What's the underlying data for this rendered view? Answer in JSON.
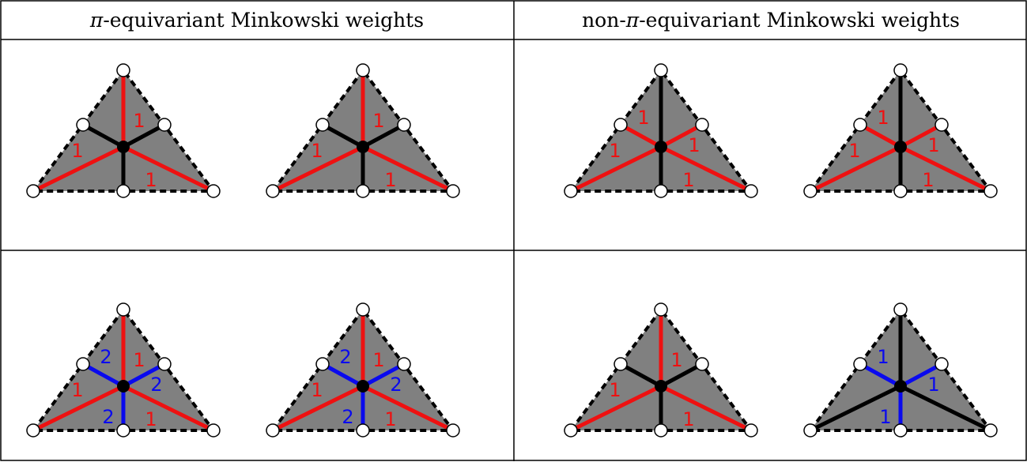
{
  "headers": [
    {
      "before": "",
      "symbol": "π",
      "after": "-equivariant Minkowski weights"
    },
    {
      "before": "non-",
      "symbol": "π",
      "after": "-equivariant Minkowski weights"
    }
  ],
  "colors": {
    "red": "#ee1111",
    "blue": "#0a0aee",
    "black": "#000000",
    "fill": "#808080"
  },
  "diagrams": [
    {
      "id": "r1c1a",
      "edges": {
        "top": "red",
        "upper_left": "black",
        "upper_right": "black",
        "left": "red",
        "bottom": "black",
        "right": "red"
      },
      "labels": [
        {
          "at": "upper_right",
          "text": "1",
          "color": "red"
        },
        {
          "at": "left",
          "text": "1",
          "color": "red"
        },
        {
          "at": "right",
          "text": "1",
          "color": "red"
        }
      ]
    },
    {
      "id": "r1c1b",
      "edges": {
        "top": "red",
        "upper_left": "black",
        "upper_right": "black",
        "left": "red",
        "bottom": "black",
        "right": "red"
      },
      "labels": [
        {
          "at": "upper_right",
          "text": "1",
          "color": "red"
        },
        {
          "at": "left",
          "text": "1",
          "color": "red"
        },
        {
          "at": "right",
          "text": "1",
          "color": "red"
        }
      ]
    },
    {
      "id": "r1c2a",
      "edges": {
        "top": "black",
        "upper_left": "red",
        "upper_right": "red",
        "left": "red",
        "bottom": "black",
        "right": "red"
      },
      "labels": [
        {
          "at": "upper_left",
          "text": "1",
          "color": "red"
        },
        {
          "at": "left",
          "text": "1",
          "color": "red"
        },
        {
          "at": "right_mid",
          "text": "1",
          "color": "red"
        },
        {
          "at": "right",
          "text": "1",
          "color": "red"
        }
      ]
    },
    {
      "id": "r1c2b",
      "edges": {
        "top": "black",
        "upper_left": "red",
        "upper_right": "red",
        "left": "red",
        "bottom": "black",
        "right": "red"
      },
      "labels": [
        {
          "at": "upper_left",
          "text": "1",
          "color": "red"
        },
        {
          "at": "left",
          "text": "1",
          "color": "red"
        },
        {
          "at": "right_mid",
          "text": "1",
          "color": "red"
        },
        {
          "at": "right",
          "text": "1",
          "color": "red"
        }
      ]
    },
    {
      "id": "r2c1a",
      "edges": {
        "top": "red",
        "upper_left": "blue",
        "upper_right": "blue",
        "left": "red",
        "bottom": "blue",
        "right": "red"
      },
      "labels": [
        {
          "at": "upper_left",
          "text": "2",
          "color": "blue"
        },
        {
          "at": "upper_right",
          "text": "1",
          "color": "red"
        },
        {
          "at": "left",
          "text": "1",
          "color": "red"
        },
        {
          "at": "right_mid",
          "text": "2",
          "color": "blue"
        },
        {
          "at": "bottom",
          "text": "2",
          "color": "blue"
        },
        {
          "at": "right",
          "text": "1",
          "color": "red"
        }
      ]
    },
    {
      "id": "r2c1b",
      "edges": {
        "top": "red",
        "upper_left": "blue",
        "upper_right": "blue",
        "left": "red",
        "bottom": "blue",
        "right": "red"
      },
      "labels": [
        {
          "at": "upper_left",
          "text": "2",
          "color": "blue"
        },
        {
          "at": "upper_right",
          "text": "1",
          "color": "red"
        },
        {
          "at": "left",
          "text": "1",
          "color": "red"
        },
        {
          "at": "right_mid",
          "text": "2",
          "color": "blue"
        },
        {
          "at": "bottom",
          "text": "2",
          "color": "blue"
        },
        {
          "at": "right",
          "text": "1",
          "color": "red"
        }
      ]
    },
    {
      "id": "r2c2a",
      "edges": {
        "top": "red",
        "upper_left": "black",
        "upper_right": "black",
        "left": "red",
        "bottom": "black",
        "right": "red"
      },
      "labels": [
        {
          "at": "upper_right",
          "text": "1",
          "color": "red"
        },
        {
          "at": "left",
          "text": "1",
          "color": "red"
        },
        {
          "at": "right",
          "text": "1",
          "color": "red"
        }
      ]
    },
    {
      "id": "r2c2b",
      "edges": {
        "top": "black",
        "upper_left": "blue",
        "upper_right": "blue",
        "left": "black",
        "bottom": "blue",
        "right": "black"
      },
      "labels": [
        {
          "at": "upper_left",
          "text": "1",
          "color": "blue"
        },
        {
          "at": "right_mid",
          "text": "1",
          "color": "blue"
        },
        {
          "at": "bottom",
          "text": "1",
          "color": "blue"
        }
      ]
    }
  ]
}
